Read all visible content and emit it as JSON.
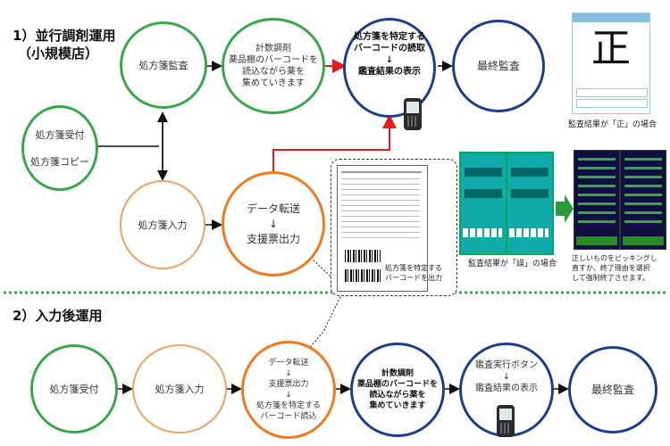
{
  "section1": {
    "title_line1": "1）並行調剤運用",
    "title_line2": "（小規模店）",
    "reception": "処方箋受付\n\n処方箋コピー",
    "audit": "処方箋監査",
    "dispensing": "計数調剤\n薬品棚のバーコードを\n読込ながら薬を\n集めていきます",
    "barcode_read": "処方箋を特定する\nバーコードの読取\n↓\n鑑査結果の表示",
    "final": "最終監査",
    "input": "処方箋入力",
    "transfer": "データ転送\n↓\n支援票出力",
    "slip_caption": "処方箋を特定する\nバーコードを出力",
    "correct_char": "正",
    "correct_caption": "監査結果が「正」の場合",
    "wrong_caption": "監査結果が「誤」の場合",
    "wrong_note": "正しいものをピッキングし\n直すか、終了理由を選択\nして強制終了させます。"
  },
  "section2": {
    "title": "2）入力後運用",
    "reception": "処方箋受付",
    "input": "処方箋入力",
    "transfer": "データ転送\n↓\n支援票出力\n↓\n処方箋を特定する\nバーコード読込",
    "dispensing": "計数調剤\n薬品棚のバーコードを\n読込ながら薬を\n集めていきます",
    "audit_exec": "鑑査実行ボタン\n↓\n鑑査結果の表示",
    "final": "最終監査"
  },
  "colors": {
    "green": "#3aa84a",
    "blue": "#1c3f8c",
    "orange": "#ee7a22",
    "red": "#e02020",
    "divider": "#3aa84a"
  }
}
